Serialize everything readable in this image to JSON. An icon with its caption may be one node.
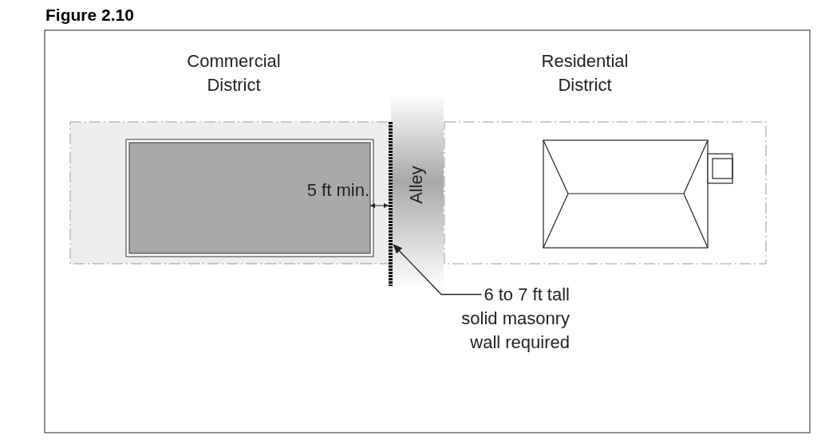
{
  "diagram": {
    "title": "Figure 2.10",
    "nodes": [
      {
        "text": [
          "6 to 7 ft tall solid masonry wall required"
        ]
      },
      {
        "text": [],
        "shape": "bar"
      }
    ],
    "edges": [
      {
        "from": 0,
        "to": 1,
        "arrow": "to"
      }
    ],
    "labels": [
      "Commercial District",
      "Residential District",
      "Alley",
      "5 ft min."
    ]
  }
}
